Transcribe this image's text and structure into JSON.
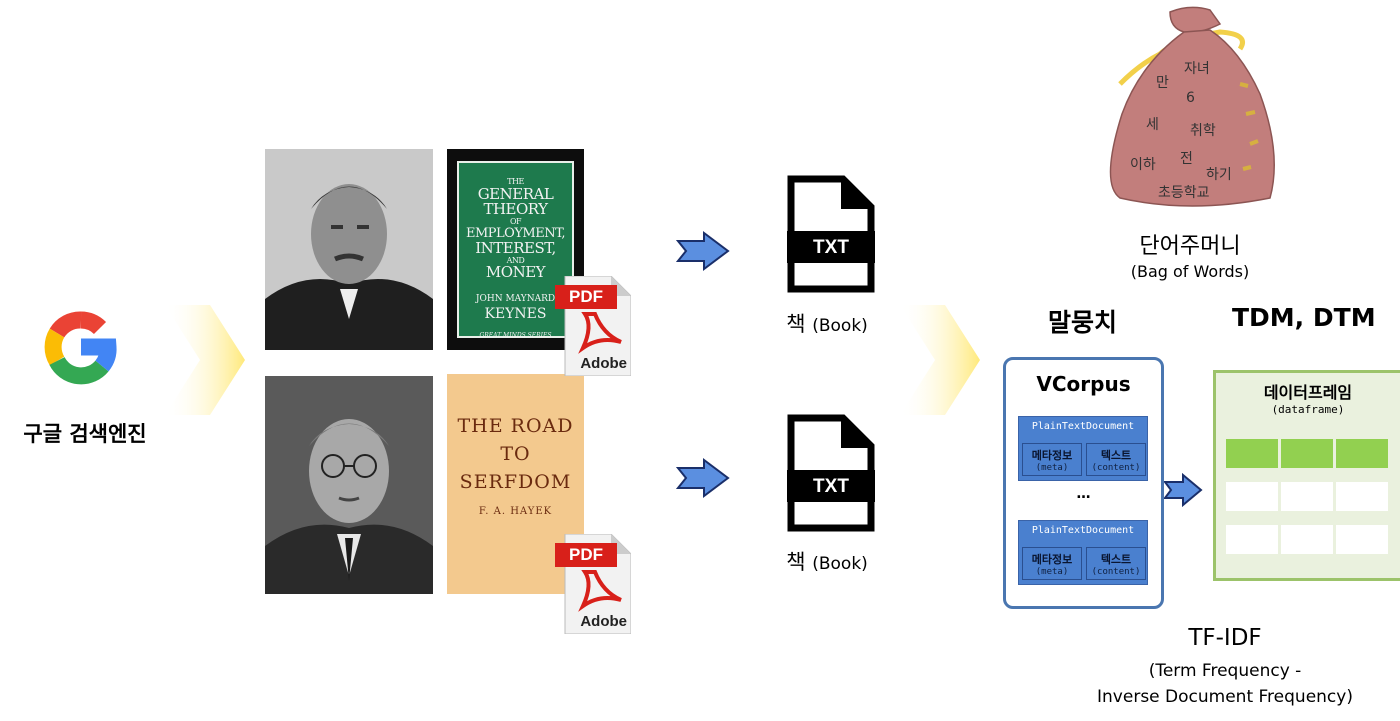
{
  "search": {
    "label": "구글 검색엔진",
    "logo": "google-g-logo"
  },
  "books": {
    "general_theory": {
      "title_lines": [
        "THE",
        "GENERAL",
        "THEORY",
        "OF",
        "EMPLOYMENT,",
        "INTEREST,",
        "AND",
        "MONEY"
      ],
      "author_lines": [
        "JOHN MAYNARD",
        "KEYNES"
      ],
      "series": "GREAT MINDS SERIES"
    },
    "road_to_serfdom": {
      "title_lines": [
        "THE ROAD",
        "TO",
        "SERFDOM"
      ],
      "author": "F. A. HAYEK"
    }
  },
  "pdf": {
    "label": "PDF",
    "brand": "Adobe"
  },
  "txt_files": [
    {
      "label": "TXT",
      "caption_main": "책",
      "caption_sub": "(Book)"
    },
    {
      "label": "TXT",
      "caption_main": "책",
      "caption_sub": "(Book)"
    }
  ],
  "bag_of_words": {
    "title": "단어주머니",
    "subtitle": "(Bag of Words)",
    "words": [
      "자녀",
      "만",
      "6",
      "세",
      "취학",
      "이하",
      "전",
      "하기",
      "초등학교"
    ]
  },
  "corpus": {
    "heading": "말뭉치",
    "box_title": "VCorpus",
    "documents": [
      {
        "title": "PlainTextDocument",
        "meta_label": "메타정보",
        "meta_sub": "(meta)",
        "content_label": "텍스트",
        "content_sub": "(content)"
      },
      {
        "title": "PlainTextDocument",
        "meta_label": "메타정보",
        "meta_sub": "(meta)",
        "content_label": "텍스트",
        "content_sub": "(content)"
      }
    ],
    "ellipsis": "…"
  },
  "tdm": {
    "heading": "TDM, DTM",
    "box_title": "데이터프레임",
    "box_sub": "(dataframe)"
  },
  "tfidf": {
    "title": "TF-IDF",
    "line1": "(Term Frequency -",
    "line2": "Inverse Document Frequency)"
  },
  "colors": {
    "arrow_blue": "#5b8fe0",
    "arrow_yellow": "#ffe97a",
    "bag": "#c27e7c",
    "doc_blue": "#4a80cf",
    "frame_green": "#9cc36a"
  }
}
